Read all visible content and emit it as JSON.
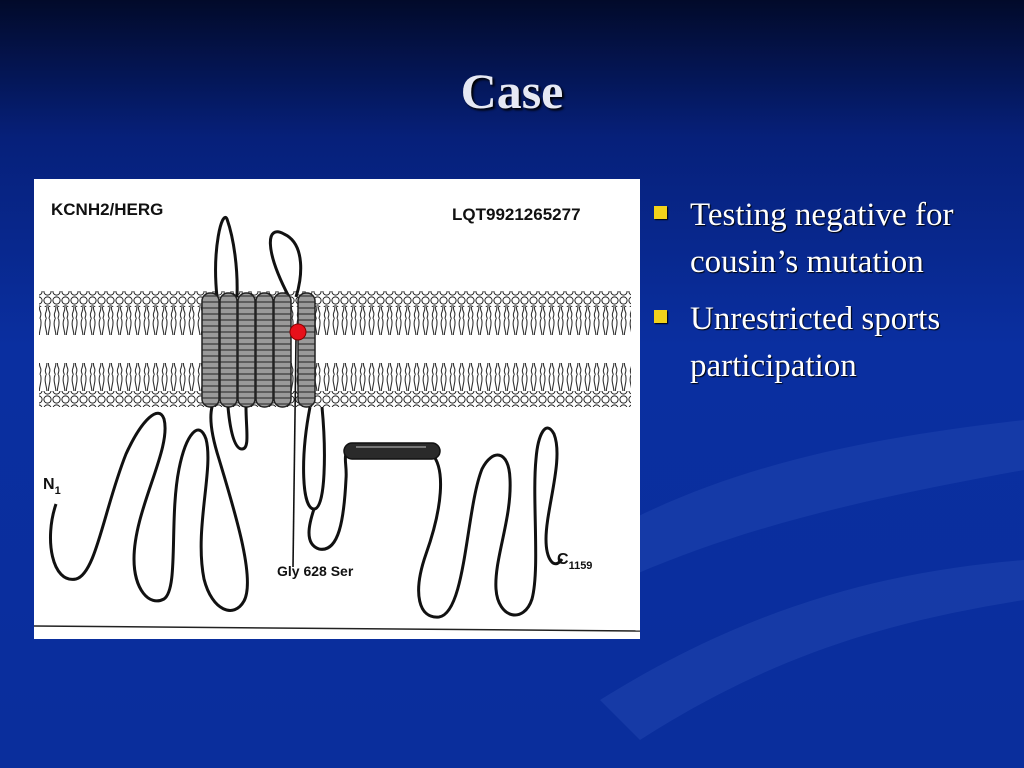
{
  "slide": {
    "title": "Case",
    "bullets": [
      "Testing negative for cousin’s mutation",
      "Unrestricted sports participation"
    ],
    "colors": {
      "background": "#0a2e9c",
      "bullet_marker": "#f2d21a",
      "mutation_marker": "#e8101a"
    }
  },
  "figure": {
    "gene_label": "KCNH2/HERG",
    "variant_id": "LQT9921265277",
    "mutation_label": "Gly 628 Ser",
    "n_terminus": {
      "letter": "N",
      "number": "1"
    },
    "c_terminus": {
      "letter": "C",
      "number": "1159"
    }
  }
}
